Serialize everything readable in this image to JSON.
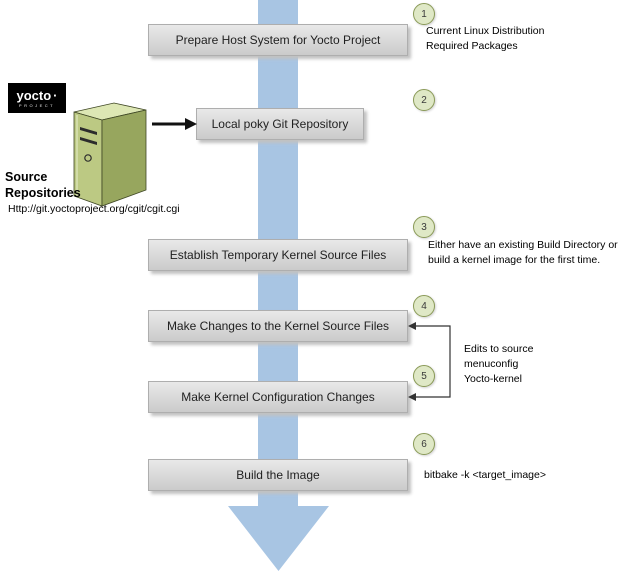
{
  "colors": {
    "arrow_blue": "#a8c5e3",
    "badge_bg": "#dfe8c6",
    "badge_border": "#8a9a57",
    "box_bg_top": "#e9e9e9",
    "box_bg_bottom": "#cbcbcb",
    "server_front": "#bcc983",
    "server_side": "#97a65e",
    "server_top": "#dde7b4",
    "logo_bg": "#000000"
  },
  "logo": {
    "word": "yocto",
    "dot": "·",
    "sub": "PROJECT"
  },
  "source": {
    "title_line1": "Source",
    "title_line2": "Repositories",
    "url": "Http://git.yoctoproject.org/cgit/cgit.cgi"
  },
  "boxes": [
    {
      "label": "Prepare Host System for Yocto Project"
    },
    {
      "label": "Local poky Git Repository"
    },
    {
      "label": "Establish Temporary Kernel Source Files"
    },
    {
      "label": "Make Changes to the Kernel Source Files"
    },
    {
      "label": "Make Kernel Configuration Changes"
    },
    {
      "label": "Build the Image"
    }
  ],
  "badges": [
    "1",
    "2",
    "3",
    "4",
    "5",
    "6"
  ],
  "notes": {
    "step1_line1": "Current Linux Distribution",
    "step1_line2": "Required Packages",
    "step3": "Either have an existing Build Directory or build a kernel image for the first time.",
    "steps45_line1": "Edits to source",
    "steps45_line2": "menuconfig",
    "steps45_line3": "Yocto-kernel",
    "step6": "bitbake -k <target_image>"
  }
}
